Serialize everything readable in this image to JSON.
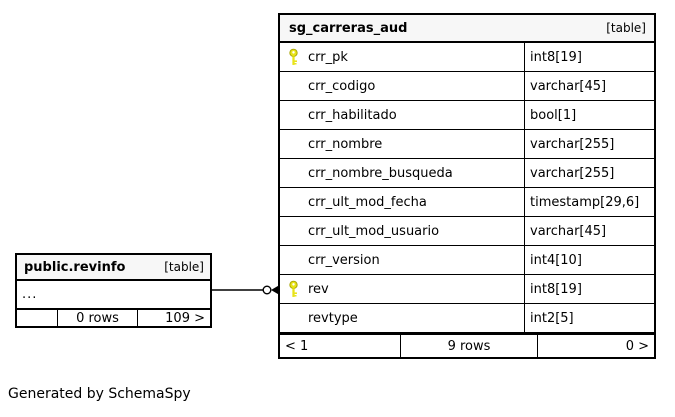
{
  "credit": "Generated by SchemaSpy",
  "colors": {
    "header_bg": "#f7f7f7",
    "border": "#000000",
    "key_fill": "#e8e319",
    "key_stroke": "#a8a400"
  },
  "main_table": {
    "title": "sg_carreras_aud",
    "badge": "[table]",
    "columns": [
      {
        "name": "crr_pk",
        "type": "int8[19]",
        "key": true
      },
      {
        "name": "crr_codigo",
        "type": "varchar[45]",
        "key": false
      },
      {
        "name": "crr_habilitado",
        "type": "bool[1]",
        "key": false
      },
      {
        "name": "crr_nombre",
        "type": "varchar[255]",
        "key": false
      },
      {
        "name": "crr_nombre_busqueda",
        "type": "varchar[255]",
        "key": false
      },
      {
        "name": "crr_ult_mod_fecha",
        "type": "timestamp[29,6]",
        "key": false
      },
      {
        "name": "crr_ult_mod_usuario",
        "type": "varchar[45]",
        "key": false
      },
      {
        "name": "crr_version",
        "type": "int4[10]",
        "key": false
      },
      {
        "name": "rev",
        "type": "int8[19]",
        "key": true
      },
      {
        "name": "revtype",
        "type": "int2[5]",
        "key": false
      }
    ],
    "pager": {
      "prev": "< 1",
      "rows": "9 rows",
      "next": "0 >"
    }
  },
  "related_table": {
    "title": "public.revinfo",
    "badge": "[table]",
    "collapsed_columns": "...",
    "pager": {
      "prev": "",
      "rows": "0 rows",
      "next": "109 >"
    }
  }
}
